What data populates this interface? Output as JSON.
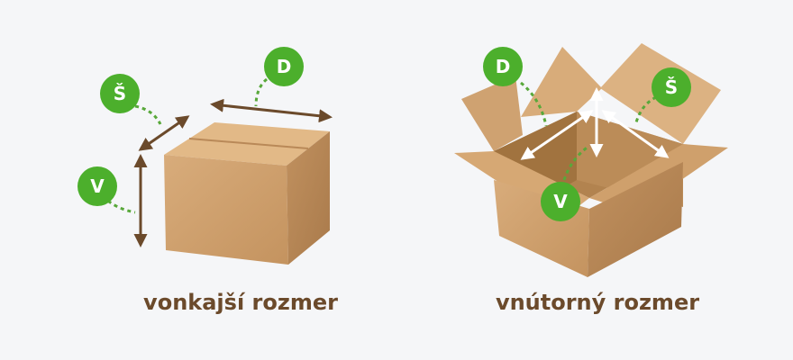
{
  "captions": {
    "outer": "vonkajší rozmer",
    "inner": "vnútorný rozmer"
  },
  "badges": {
    "length": "D",
    "width": "Š",
    "height": "V"
  },
  "colors": {
    "badge_green": "#4caf2c",
    "leader_green": "#58a83a",
    "arrow_brown": "#6b4a2b",
    "caption_brown": "#6b4a2b",
    "box_light": "#d9ae7e",
    "box_mid": "#c99b6a",
    "box_dark": "#b78657"
  }
}
